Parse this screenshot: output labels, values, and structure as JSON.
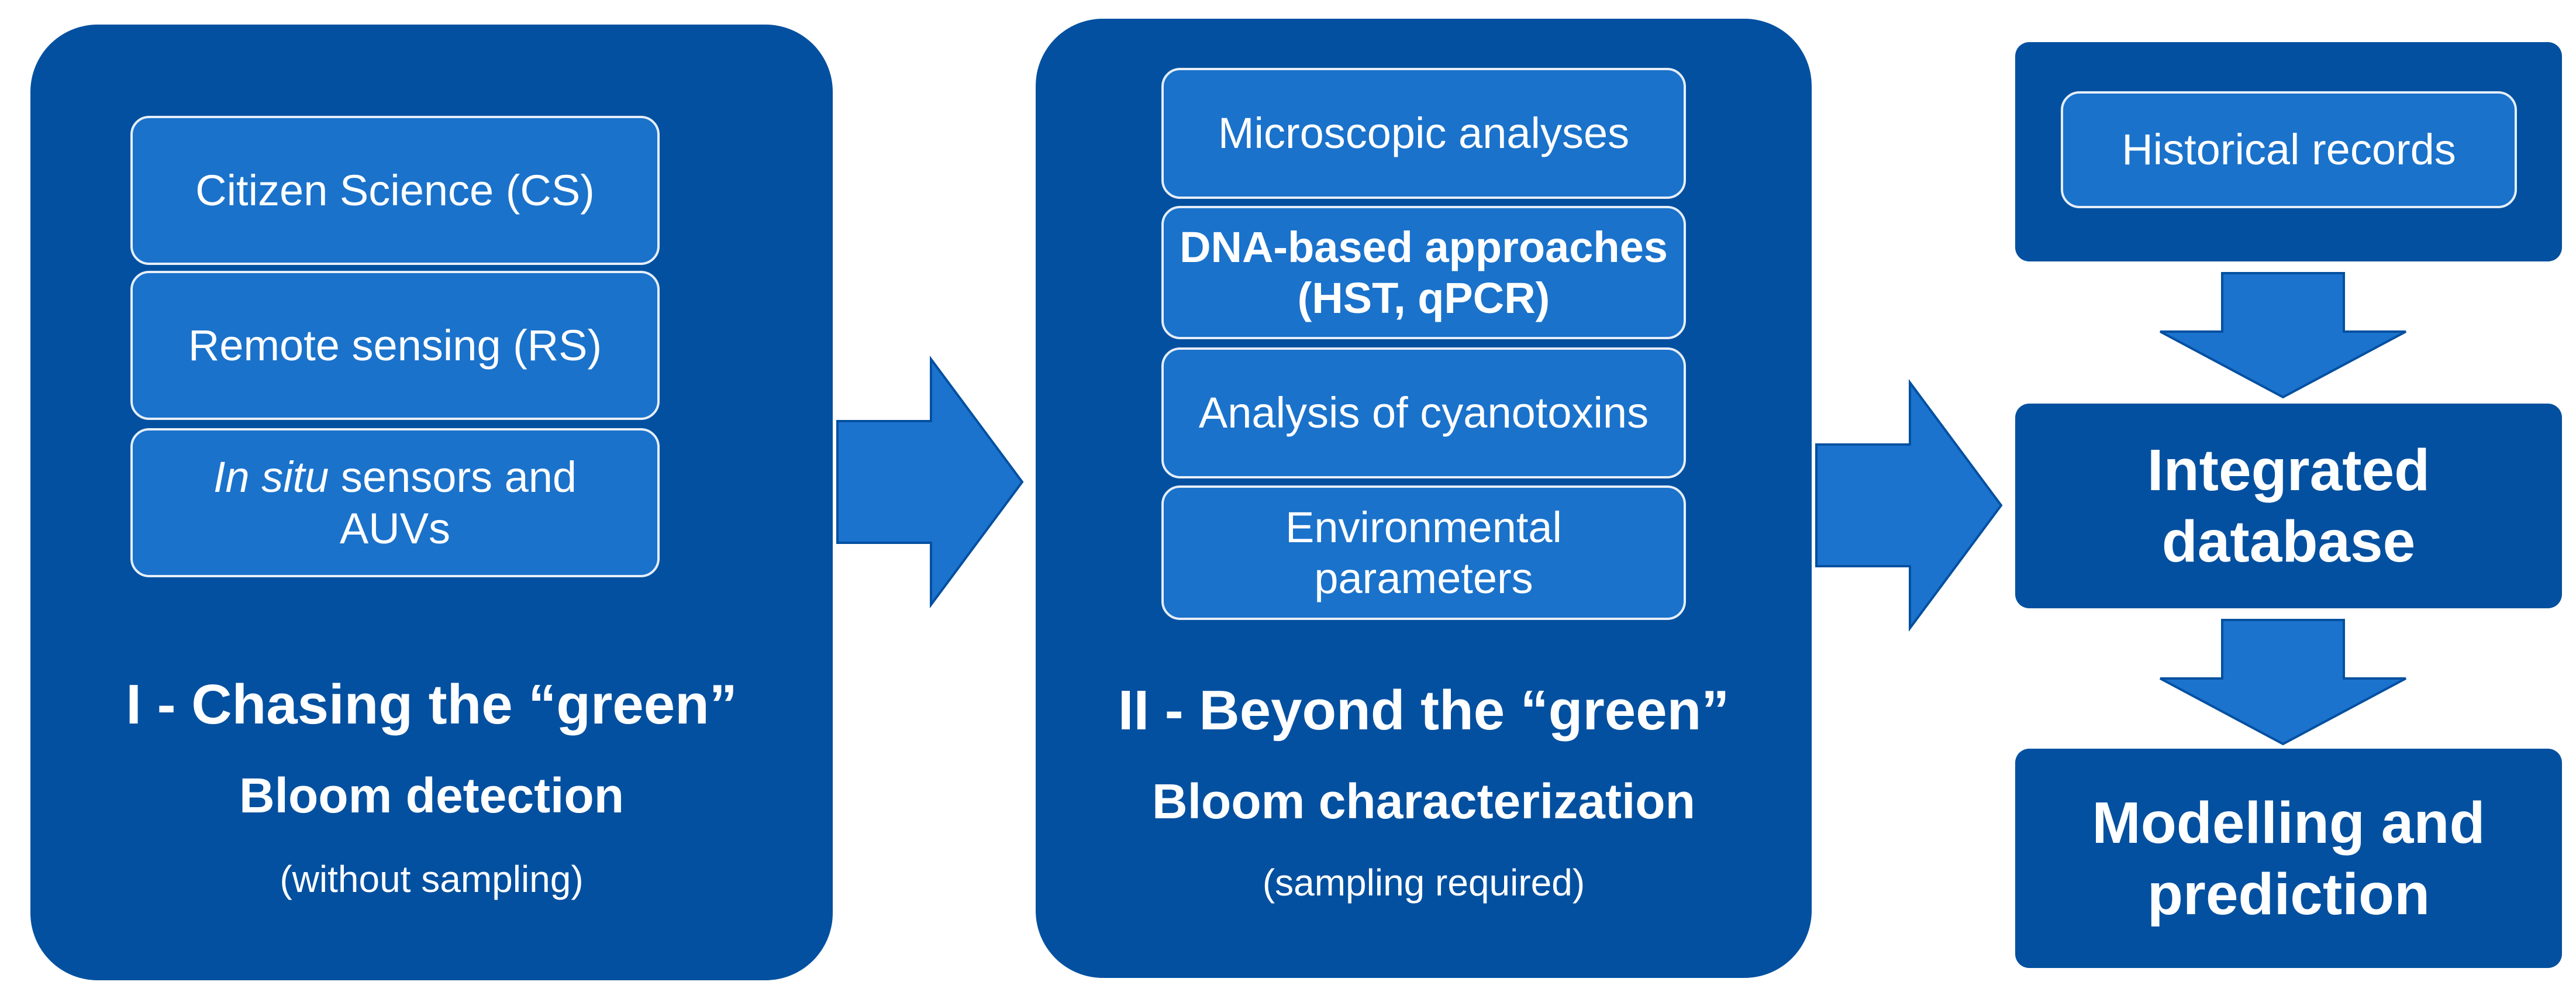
{
  "colors": {
    "panel": "#0350A0",
    "subbox": "#1A72CB",
    "arrow": "#1C73CE",
    "subbox_border": "#E6EEF8",
    "text": "#FFFFFF"
  },
  "stage1": {
    "methods": [
      "Citizen Science (CS)",
      "Remote sensing (RS)"
    ],
    "in_situ": {
      "italic": "In situ",
      "rest_line1": " sensors and",
      "line2": "AUVs"
    },
    "title": "I - Chasing the “green”",
    "subtitle": "Bloom detection",
    "note": "(without  sampling)"
  },
  "stage2": {
    "methods": [
      "Microscopic analyses",
      "DNA-based approaches\n(HST, qPCR)",
      "Analysis of cyanotoxins",
      "Environmental\nparameters"
    ],
    "title": "II - Beyond the “green”",
    "subtitle": "Bloom characterization",
    "note": "(sampling required)"
  },
  "stage3": {
    "historical": "Historical records",
    "database": "Integrated\ndatabase",
    "modelling": "Modelling and\nprediction"
  },
  "arrows": [
    {
      "name": "stage1-to-stage2",
      "direction": "right"
    },
    {
      "name": "stage2-to-stage3",
      "direction": "right"
    },
    {
      "name": "historical-to-database",
      "direction": "down"
    },
    {
      "name": "database-to-modelling",
      "direction": "down"
    }
  ]
}
